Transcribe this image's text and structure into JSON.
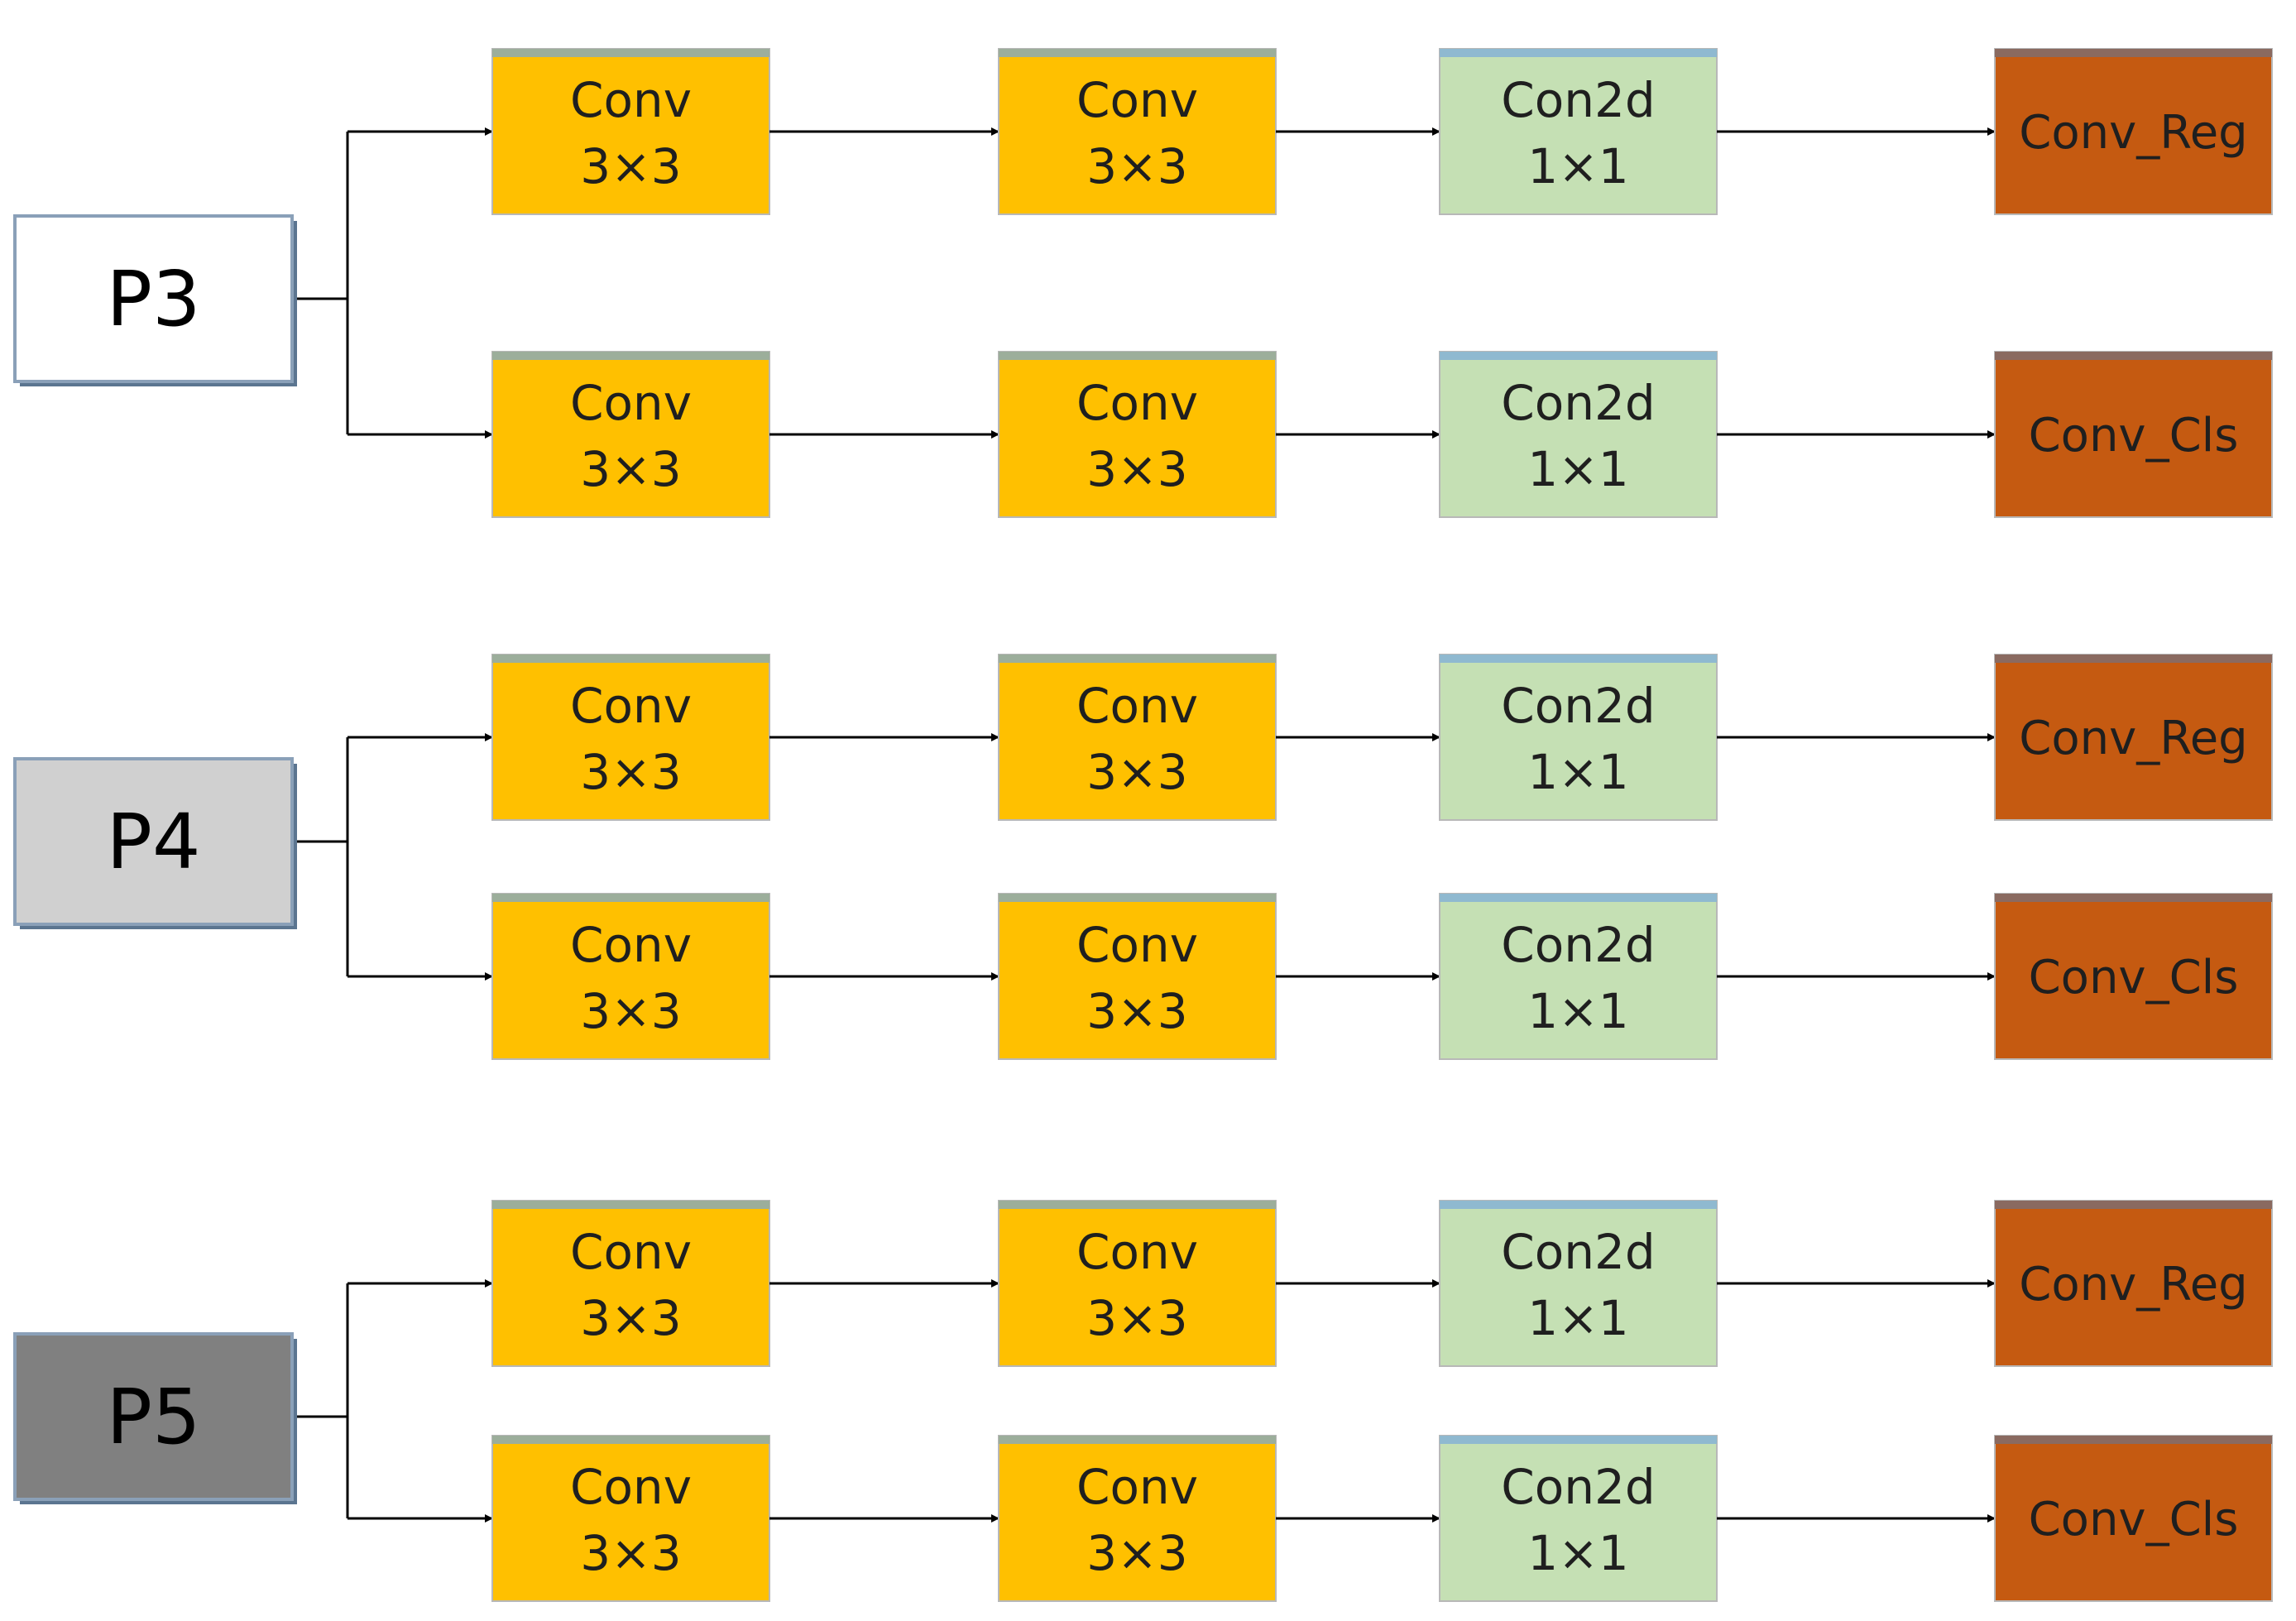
{
  "diagram": {
    "inputs": [
      {
        "label": "P3",
        "fill": "#ffffff",
        "text_color": "#000000"
      },
      {
        "label": "P4",
        "fill": "#d0d0d0",
        "text_color": "#000000"
      },
      {
        "label": "P5",
        "fill": "#808080",
        "text_color": "#000000"
      }
    ],
    "branches": [
      {
        "blocks": [
          {
            "line1": "Conv",
            "line2": "3×3"
          },
          {
            "line1": "Conv",
            "line2": "3×3"
          },
          {
            "line1": "Con2d",
            "line2": "1×1"
          },
          {
            "line1": "Conv_Reg"
          }
        ]
      },
      {
        "blocks": [
          {
            "line1": "Conv",
            "line2": "3×3"
          },
          {
            "line1": "Conv",
            "line2": "3×3"
          },
          {
            "line1": "Con2d",
            "line2": "1×1"
          },
          {
            "line1": "Conv_Cls"
          }
        ]
      }
    ],
    "colors": {
      "conv": "#ffc000",
      "con2d": "#c5e0b4",
      "head": "#c55a11",
      "edge": "#000000",
      "text": "#1f1f1f"
    }
  }
}
